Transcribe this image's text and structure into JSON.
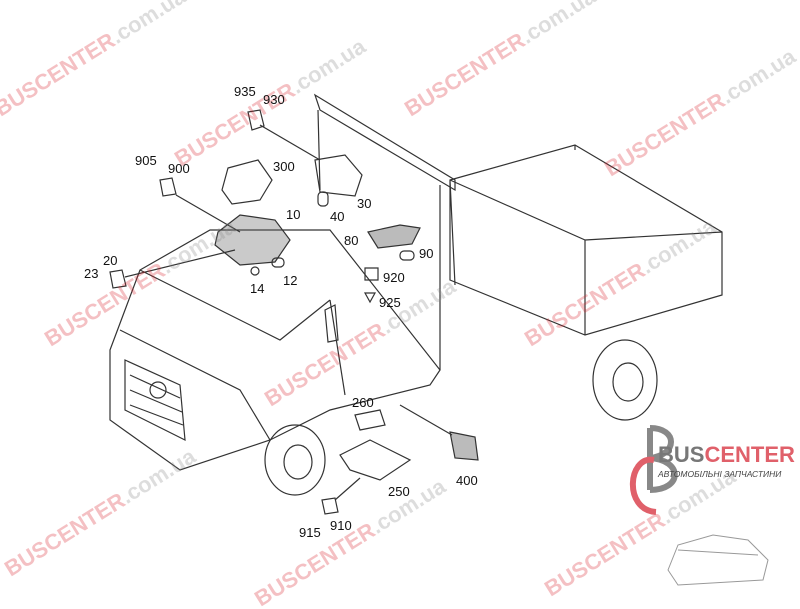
{
  "callouts": [
    "935",
    "930",
    "905",
    "900",
    "300",
    "10",
    "30",
    "40",
    "80",
    "90",
    "920",
    "925",
    "20",
    "23",
    "14",
    "12",
    "260",
    "250",
    "400",
    "915",
    "910"
  ],
  "watermark": {
    "brand_a": "BUSCENTER",
    "brand_b": ".com.ua"
  },
  "logo": {
    "bus": "BUS",
    "center": "CENTER",
    "subtitle": "АВТОМОБІЛЬНІ ЗАПЧАСТИНИ"
  },
  "colors": {
    "line": "#333333",
    "watermark_red": "#d8202a",
    "logo_gray": "#777777",
    "logo_red": "#e0606a"
  }
}
